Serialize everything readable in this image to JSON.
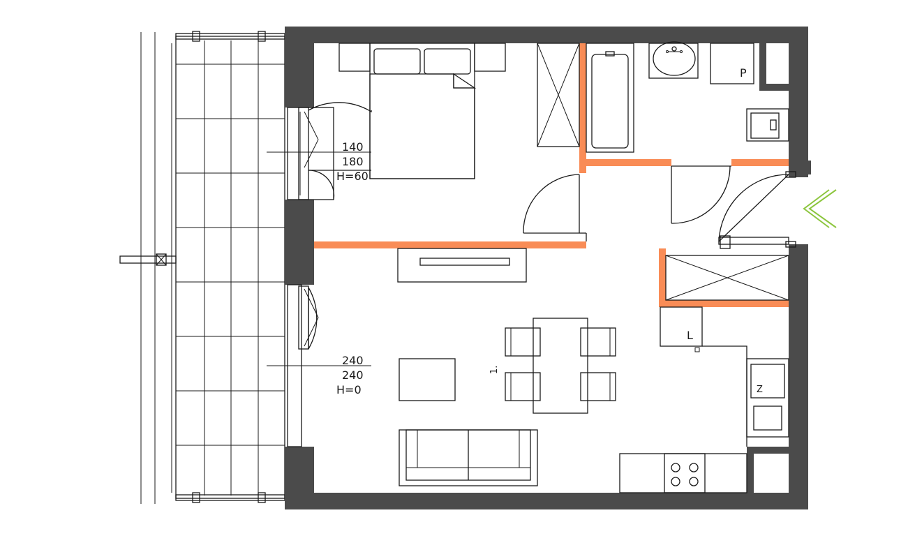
{
  "window_spec_1": {
    "width": "140",
    "height": "180",
    "sill": "H=60"
  },
  "window_spec_2": {
    "width": "240",
    "height": "240",
    "sill": "H=0"
  },
  "room_number": "1.",
  "appliance_labels": {
    "fridge": "L",
    "washer": "P",
    "dishwasher": "Z"
  },
  "colors": {
    "wall": "#4b4b4b",
    "partition": "#f98c56",
    "entrance_arrow": "#8dc63f",
    "line": "#1a1a1a"
  }
}
